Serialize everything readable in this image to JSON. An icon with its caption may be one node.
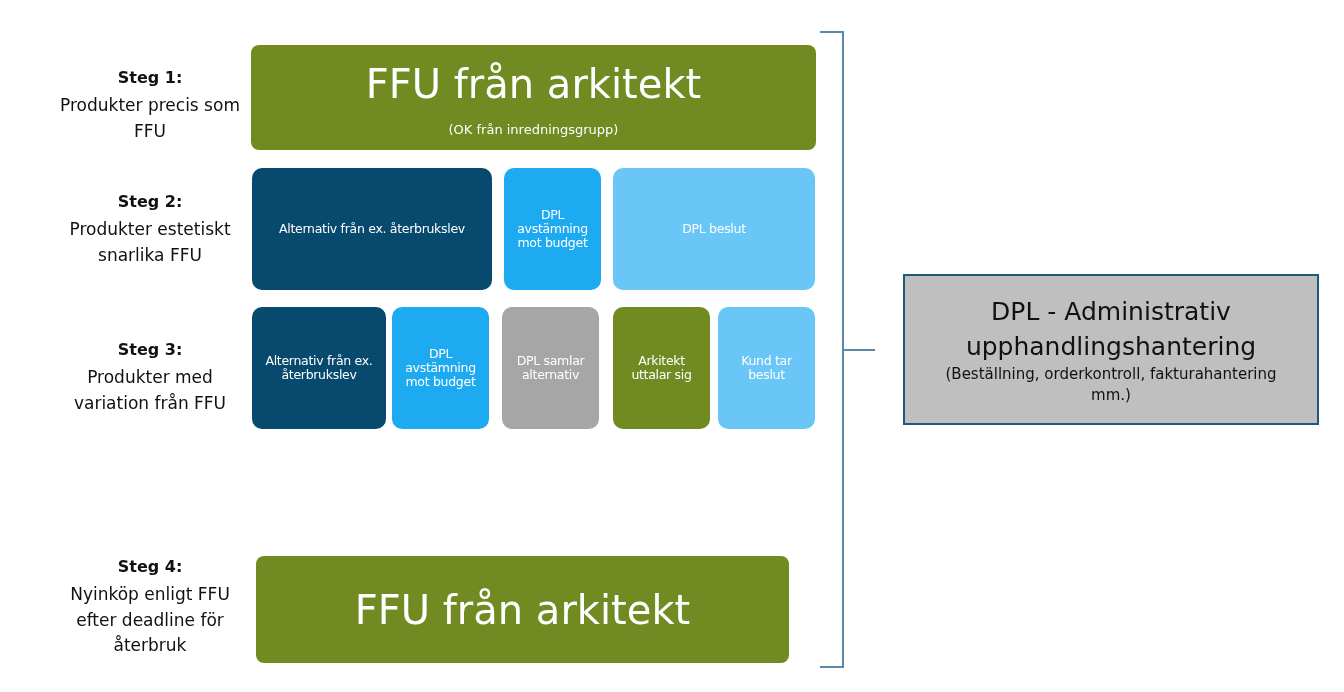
{
  "diagram": {
    "nodes": [
      {
        "text": [
          "FFU från arkitekt",
          "(OK från inredningsgrupp)"
        ]
      },
      {
        "text": [
          "Alternativ från ex. återbrukslev"
        ]
      },
      {
        "text": [
          "DPL avstämning mot budget"
        ]
      },
      {
        "text": [
          "DPL beslut"
        ]
      },
      {
        "text": [
          "Alternativ från ex. återbrukslev"
        ]
      },
      {
        "text": [
          "DPL avstämning mot budget"
        ]
      },
      {
        "text": [
          "DPL samlar alternativ"
        ]
      },
      {
        "text": [
          "Arkitekt uttalar sig"
        ]
      },
      {
        "text": [
          "Kund tar beslut"
        ]
      },
      {
        "text": [
          "FFU från arkitekt"
        ]
      },
      {
        "text": [
          "DPL - Administrativ upphandlingshantering",
          "(Beställning, orderkontroll, fakturahantering mm.)"
        ]
      }
    ],
    "labels": [
      "Steg 1:",
      "Produkter precis som FFU",
      "Steg 2:",
      "Produkter estetiskt snarlika FFU",
      "Steg 3:",
      "Produkter med variation från FFU",
      "Steg 4:",
      "Nyinköp enligt FFU efter deadline för återbruk"
    ]
  }
}
